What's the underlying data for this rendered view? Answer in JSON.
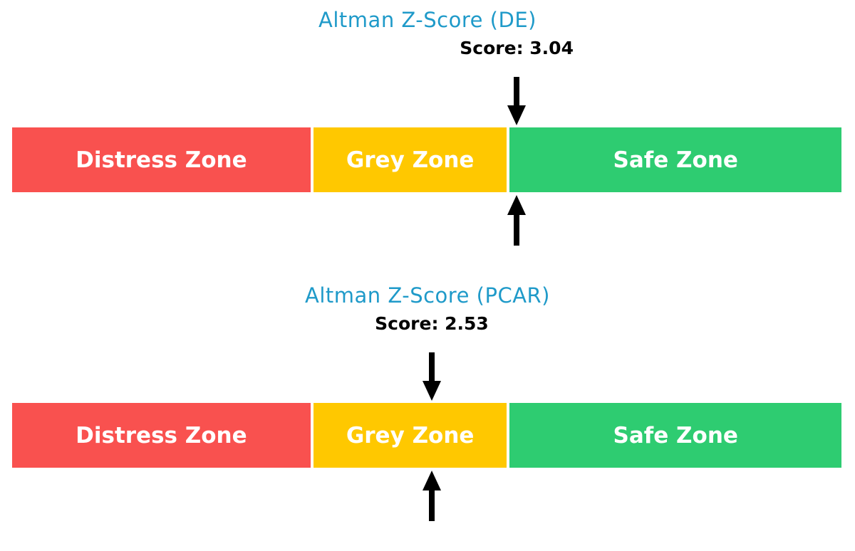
{
  "figure": {
    "background": "#ffffff"
  },
  "colors": {
    "title": "#1f9ac9",
    "score_text": "#000000",
    "arrow": "#000000",
    "zone_text": "#ffffff",
    "distress": "#f9514f",
    "grey": "#ffc800",
    "safe": "#2ecc71"
  },
  "scale": {
    "min": 0,
    "max": 5
  },
  "zones": [
    {
      "label": "Distress Zone",
      "from": 0,
      "to": 1.81,
      "color": "#f9514f"
    },
    {
      "label": "Grey Zone",
      "from": 1.81,
      "to": 2.99,
      "color": "#ffc800"
    },
    {
      "label": "Safe Zone",
      "from": 2.99,
      "to": 5,
      "color": "#2ecc71"
    }
  ],
  "charts": [
    {
      "ticker": "DE",
      "title": "Altman Z-Score (DE)",
      "score": 3.04,
      "score_label": "Score: 3.04"
    },
    {
      "ticker": "PCAR",
      "title": "Altman Z-Score (PCAR)",
      "score": 2.53,
      "score_label": "Score: 2.53"
    }
  ],
  "chart_data": [
    {
      "type": "bar",
      "orientation": "horizontal",
      "title": "Altman Z-Score (DE)",
      "xlim": [
        0,
        5
      ],
      "grid": false,
      "legend": "none",
      "zones": [
        {
          "label": "Distress Zone",
          "range": [
            0,
            1.81
          ],
          "color": "#f9514f"
        },
        {
          "label": "Grey Zone",
          "range": [
            1.81,
            2.99
          ],
          "color": "#ffc800"
        },
        {
          "label": "Safe Zone",
          "range": [
            2.99,
            5
          ],
          "color": "#2ecc71"
        }
      ],
      "marker": {
        "value": 3.04,
        "label": "Score: 3.04",
        "style": "arrows-above-and-below"
      }
    },
    {
      "type": "bar",
      "orientation": "horizontal",
      "title": "Altman Z-Score (PCAR)",
      "xlim": [
        0,
        5
      ],
      "grid": false,
      "legend": "none",
      "zones": [
        {
          "label": "Distress Zone",
          "range": [
            0,
            1.81
          ],
          "color": "#f9514f"
        },
        {
          "label": "Grey Zone",
          "range": [
            1.81,
            2.99
          ],
          "color": "#ffc800"
        },
        {
          "label": "Safe Zone",
          "range": [
            2.99,
            5
          ],
          "color": "#2ecc71"
        }
      ],
      "marker": {
        "value": 2.53,
        "label": "Score: 2.53",
        "style": "arrows-above-and-below"
      }
    }
  ]
}
